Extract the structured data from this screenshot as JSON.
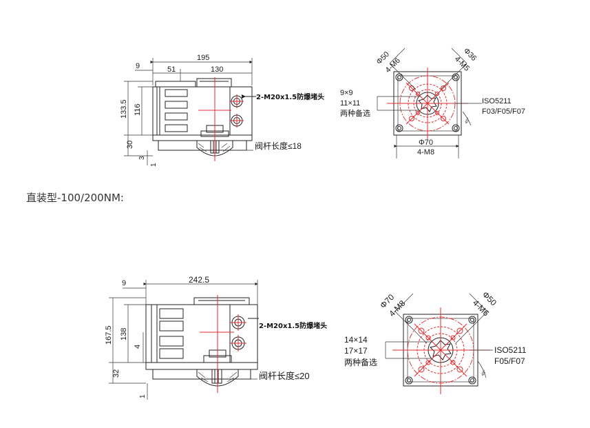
{
  "caption": "直装型-100/200NM:",
  "top_side": {
    "d195": "195",
    "d9": "9",
    "d51": "51",
    "d130": "130",
    "d133_5": "133.5",
    "d116": "116",
    "d30": "30",
    "d3": "3",
    "d1": "1",
    "plug_note": "2-M20x1.5防爆堵头",
    "stem_note": "阀杆长度≤18"
  },
  "top_flange": {
    "phi50": "Φ50",
    "m6": "4-M6",
    "phi36": "Φ36",
    "m5": "4-M5",
    "sq1": "9×9",
    "sq2": "11×11",
    "choice": "两种备选",
    "iso": "ISO5211",
    "iso_f": "F03/F05/F07",
    "phi70": "Φ70",
    "m8": "4-M8",
    "angle": "45°"
  },
  "bottom_side": {
    "d242_5": "242.5",
    "d9": "9",
    "d167_5": "167.5",
    "d138": "138",
    "d4": "4",
    "d32": "32",
    "d1": "1",
    "plug_note": "2-M20x1.5防爆堵头",
    "stem_note": "阀杆长度≤20"
  },
  "bottom_flange": {
    "phi70": "Φ70",
    "m8": "4-M8",
    "phi50": "Φ50",
    "m6": "4-M6",
    "sq1": "14×14",
    "sq2": "17×17",
    "choice": "两种备选",
    "iso": "ISO5211",
    "iso_f": "F05/F07",
    "angle": "45°"
  }
}
